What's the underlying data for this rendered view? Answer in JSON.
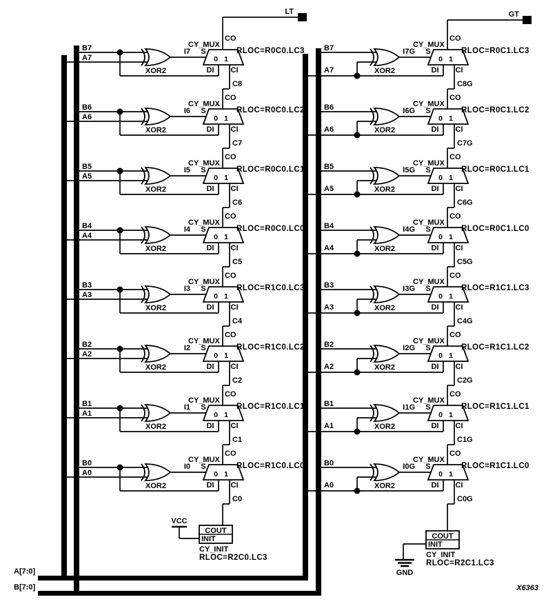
{
  "colors": {
    "ink": "#000000",
    "background": "#ffffff"
  },
  "diagram": {
    "figure_id": "X6363",
    "bus_labels": {
      "a": "A[7:0]",
      "b": "B[7:0]"
    },
    "labels": {
      "gate": "XOR2",
      "mux": "CY_MUX",
      "s": "S",
      "di": "DI",
      "ci": "CI",
      "co": "CO",
      "zero": "0",
      "one": "1",
      "cout": "COUT",
      "init": "INIT",
      "init_block": "CY_INIT",
      "vcc": "VCC",
      "gnd": "GND"
    },
    "columns": [
      {
        "id": "lt",
        "output": "LT",
        "power": "VCC",
        "init_rloc": "RLOC=R2C0.LC3",
        "stages": [
          {
            "b": "B7",
            "a": "A7",
            "sig": "I7",
            "rloc": "RLOC=R0C0.LC3",
            "carry": "C8"
          },
          {
            "b": "B6",
            "a": "A6",
            "sig": "I6",
            "rloc": "RLOC=R0C0.LC2",
            "carry": "C7"
          },
          {
            "b": "B5",
            "a": "A5",
            "sig": "I5",
            "rloc": "RLOC=R0C0.LC1",
            "carry": "C6"
          },
          {
            "b": "B4",
            "a": "A4",
            "sig": "I4",
            "rloc": "RLOC=R0C0.LC0",
            "carry": "C5"
          },
          {
            "b": "B3",
            "a": "A3",
            "sig": "I3",
            "rloc": "RLOC=R1C0.LC3",
            "carry": "C4"
          },
          {
            "b": "B2",
            "a": "A2",
            "sig": "I2",
            "rloc": "RLOC=R1C0.LC2",
            "carry": "C2"
          },
          {
            "b": "B1",
            "a": "A1",
            "sig": "I1",
            "rloc": "RLOC=R1C0.LC1",
            "carry": "C1"
          },
          {
            "b": "B0",
            "a": "A0",
            "sig": "I0",
            "rloc": "RLOC=R1C0.LC0",
            "carry": "C0"
          }
        ]
      },
      {
        "id": "gt",
        "output": "GT",
        "power": "GND",
        "init_rloc": "RLOC=R2C1.LC3",
        "stages": [
          {
            "b": "B7",
            "a": "A7",
            "sig": "I7G",
            "rloc": "RLOC=R0C1.LC3",
            "carry": "C8G"
          },
          {
            "b": "B6",
            "a": "A6",
            "sig": "I6G",
            "rloc": "RLOC=R0C1.LC2",
            "carry": "C7G"
          },
          {
            "b": "B5",
            "a": "A5",
            "sig": "I5G",
            "rloc": "RLOC=R0C1.LC1",
            "carry": "C6G"
          },
          {
            "b": "B4",
            "a": "A4",
            "sig": "I4G",
            "rloc": "RLOC=R0C1.LC0",
            "carry": "C5G"
          },
          {
            "b": "B3",
            "a": "A3",
            "sig": "I3G",
            "rloc": "RLOC=R1C1.LC3",
            "carry": "C4G"
          },
          {
            "b": "B2",
            "a": "A2",
            "sig": "I2G",
            "rloc": "RLOC=R1C1.LC2",
            "carry": "C2G"
          },
          {
            "b": "B1",
            "a": "A1",
            "sig": "I1G",
            "rloc": "RLOC=R1C1.LC1",
            "carry": "C1G"
          },
          {
            "b": "B0",
            "a": "A0",
            "sig": "I0G",
            "rloc": "RLOC=R1C1.LC0",
            "carry": "C0G"
          }
        ]
      }
    ]
  }
}
